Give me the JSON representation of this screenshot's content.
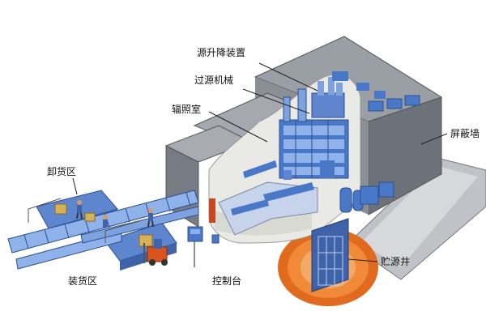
{
  "labels": {
    "source_lift": "源升降装置",
    "source_transfer": "过源机械",
    "irradiation_room": "辐照室",
    "shield_wall": "屏蔽墙",
    "unloading_area": "卸货区",
    "loading_area": "装货区",
    "control_console": "控制台",
    "source_well": "贮源井"
  },
  "colors": {
    "concrete": "#8d9198",
    "concrete_dark": "#5f646c",
    "concrete_light": "#c9ccd1",
    "rubble": "#e9e9e6",
    "equipment": "#4a78c8",
    "equipment_light": "#8fb2ea",
    "floor": "#6f93cf",
    "well_glow": "#e06a1e",
    "forklift": "#d9541c",
    "box": "#d7b15a"
  }
}
